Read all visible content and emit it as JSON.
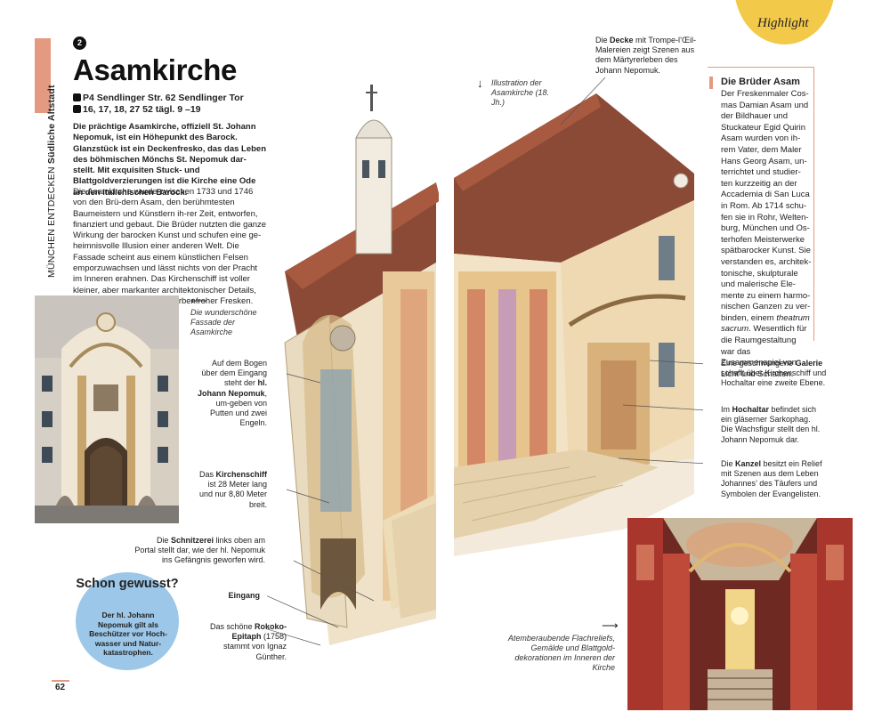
{
  "section": {
    "label_prefix": "MÜNCHEN ENTDECKEN",
    "label_bold": "Südliche Altstadt"
  },
  "badge": "2",
  "title": "Asamkirche",
  "info": {
    "line1": "P4  Sendlinger Str. 62  Sendlinger Tor",
    "line2": "16, 17, 18, 27  52  tägl. 9 –19"
  },
  "intro": "Die prächtige Asamkirche, offiziell St. Johann Nepomuk, ist ein Höhepunkt des Barock. Glanzstück ist ein Deckenfresko, das das Leben des böhmischen Mönchs St. Nepomuk dar-stellt. Mit exquisiten Stuck- und Blattgoldverzierungen ist die Kirche eine Ode an den italienischen Barock.",
  "body": "Die Asamkirche wurde zwischen 1733 und 1746 von den Brü-dern Asam, den berühmtesten Baumeistern und Künstlern ih-rer Zeit, entworfen, finanziert und gebaut. Die Brüder nutzten die ganze Wirkung der barocken Kunst und schufen eine ge-heimnisvolle Illusion einer anderen Welt. Die Fassade scheint aus einem künstlichen Felsen emporzuwachsen und lässt nichts von der Pracht im Inneren erahnen. Das Kirchenschiff ist voller kleiner, aber markanter architektonischer Details, reicher Stuckarbeiten und farbenfroher Fresken.",
  "captions": {
    "facade": "Die wunderschöne Fassade der Asamkirche",
    "illustration": "Illustration der Asamkirche (18. Jh.)",
    "interior": "Atemberaubende Flachreliefs, Gemälde und Blattgold-dekorationen im Inneren der Kirche"
  },
  "annotations": {
    "decke_pre": "Die ",
    "decke_b": "Decke",
    "decke_post": " mit Trompe-l’Œil-Malereien zeigt Szenen aus dem Märtyrerleben des Johann Nepomuk.",
    "bogen_pre": "Auf dem Bogen über dem Eingang steht der ",
    "bogen_b": "hl. Johann Nepomuk",
    "bogen_post": ", um-geben von Putten und zwei Engeln.",
    "schiff_pre": "Das ",
    "schiff_b": "Kirchenschiff",
    "schiff_post": " ist 28 Meter lang und nur 8,80 Meter breit.",
    "schnitz_pre": "Die ",
    "schnitz_b": "Schnitzerei",
    "schnitz_post": " links oben am Portal stellt dar, wie der hl. Nepomuk ins Gefängnis geworfen wird.",
    "eingang": "Eingang",
    "epitaph_pre": "Das schöne ",
    "epitaph_b": "Rokoko-Epitaph",
    "epitaph_post": " (1758) stammt von Ignaz Günther.",
    "galerie_pre": "Eine geschwungene ",
    "galerie_b": "Galerie",
    "galerie_post": " schafft über Kirchenschiff und Hochaltar eine zweite Ebene.",
    "hoch_pre": "Im ",
    "hoch_b": "Hochaltar",
    "hoch_post": " befindet sich ein gläserner Sarkophag. Die Wachsfigur stellt den hl. Johann Nepomuk dar.",
    "kanzel_pre": "Die ",
    "kanzel_b": "Kanzel",
    "kanzel_post": " besitzt ein Relief mit Szenen aus dem Leben Johannes’ des Täufers und Symbolen der Evangelisten."
  },
  "highlight": "Highlight",
  "bruder": {
    "title": "Die Brüder Asam",
    "body_pre": "Der Freskenmaler Cos-mas Damian Asam und der Bildhauer und Stuckateur Egid Quirin Asam wurden von ih-rem Vater, dem Maler Hans Georg Asam, un-terrichtet und studier-ten kurzzeitig an der Accademia di San Luca in Rom. Ab 1714 schu-fen sie in Rohr, Welten-burg, München und Os-terhofen Meisterwerke spätbarocker Kunst. Sie verstanden es, architek-tonische, skulpturale und malerische Ele-mente zu einem harmo-nischen Ganzen zu ver-binden, einem ",
    "body_italic": "theatrum sacrum",
    "body_post": ". Wesentlich für die Raumgestaltung war das Zusammenspiel von Licht und Schatten."
  },
  "schon": {
    "title": "Schon gewusst?",
    "body": "Der hl. Johann Nepomuk gilt als Beschützer vor Hoch-wasser und Natur-katastrophen."
  },
  "page_number": "62",
  "colors": {
    "accent": "#e39a80",
    "highlight": "#f3c94a",
    "info_circle": "#9cc7e8",
    "roof": "#8a4a36"
  }
}
